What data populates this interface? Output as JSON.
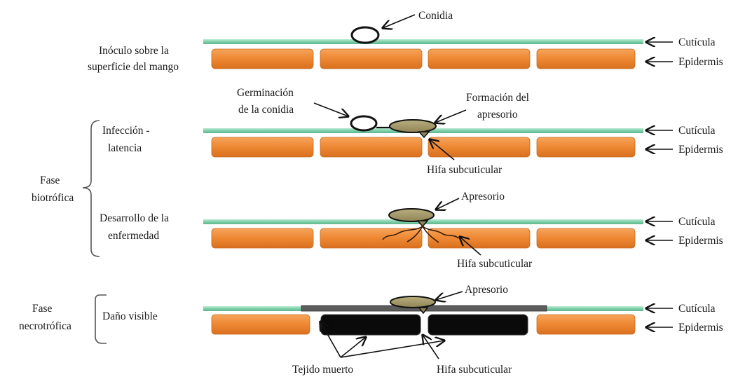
{
  "labels": {
    "cuticula": "Cutícula",
    "epidermis": "Epidermis",
    "conidia": "Conidia",
    "inoculo_1": "Inóculo sobre la",
    "inoculo_2": "superficie del mango",
    "germinacion_1": "Germinación",
    "germinacion_2": "de la conidia",
    "formacion_1": "Formación del",
    "formacion_2": "apresorio",
    "infeccion_1": "Infección -",
    "infeccion_2": "latencia",
    "hifa_subcuticular": "Hifa subcuticular",
    "fase_biotrofica_1": "Fase",
    "fase_biotrofica_2": "biotrófica",
    "apresorio": "Apresorio",
    "desarrollo_1": "Desarrollo de la",
    "desarrollo_2": "enfermedad",
    "fase_necrotrofica_1": "Fase",
    "fase_necrotrofica_2": "necrotrófica",
    "dano_visible": "Daño visible",
    "tejido_muerto": "Tejido muerto"
  },
  "colors": {
    "cuticle": "#8fd4b4",
    "cuticle_edge": "#4fa784",
    "epidermis_cell": "#f08a3a",
    "epidermis_edge": "#c86a1c",
    "appressorium": "#a59a6a",
    "dead_tissue": "#0a0a0a",
    "dark_cuticle": "#5c5c5c"
  }
}
